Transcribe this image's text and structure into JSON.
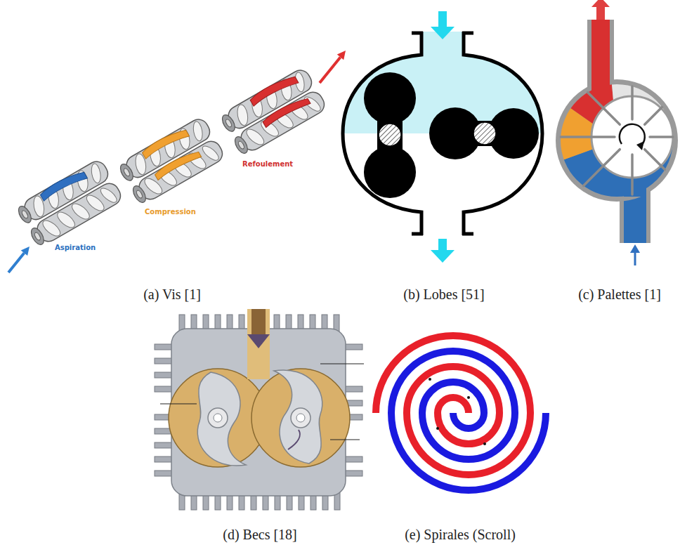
{
  "diagram": {
    "labels": [
      "Aspiration",
      "Compression",
      "Refoulement",
      "(a) Vis [1]",
      "(b) Lobes [51]",
      "(c) Palettes [1]",
      "(d) Becs [18]",
      "(e) Spirales (Scroll)"
    ]
  }
}
